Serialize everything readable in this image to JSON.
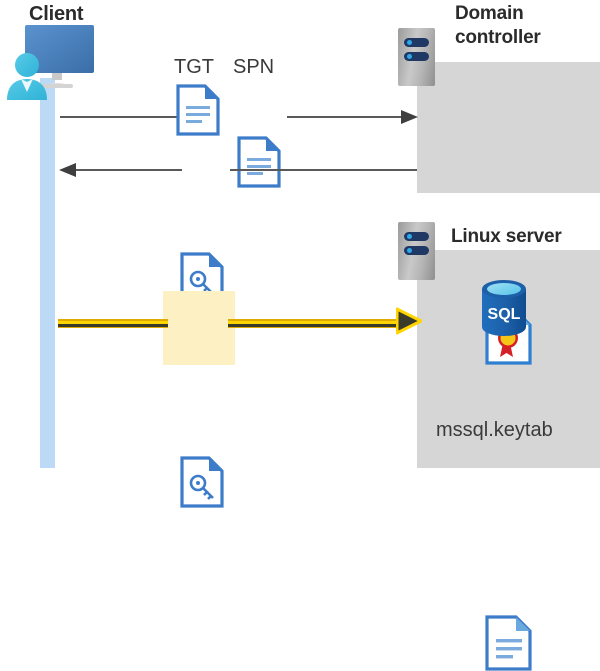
{
  "diagram": {
    "title": "Kerberos authentication flow between client, domain controller and Linux server",
    "background": "#ffffff"
  },
  "client": {
    "title": "Client",
    "icons": {
      "workstation": "monitor-icon",
      "user": "user-icon",
      "lifeline": "client-lifeline"
    },
    "colors": {
      "lifeline": "#bcd9f5",
      "monitor": "#4a84c4",
      "person": "#3fc0e0"
    }
  },
  "domain_controller": {
    "title": "Domain controller",
    "rack_icon": "server-rack-icon",
    "contents": [
      {
        "icon": "certificate-icon",
        "label": ""
      }
    ],
    "colors": {
      "box": "#d6d6d6",
      "seal": "#f5c518",
      "ribbon": "#d62027"
    }
  },
  "linux_server": {
    "title": "Linux server",
    "rack_icon": "server-rack-icon",
    "contents": [
      {
        "icon": "sql-database-icon",
        "label": "SQL"
      },
      {
        "icon": "document-icon",
        "label": "mssql.keytab"
      }
    ],
    "colors": {
      "box": "#d6d6d6",
      "sql": "#1f6fc4"
    }
  },
  "flows": [
    {
      "id": "request",
      "direction": "client-to-domain-controller",
      "style": "gray",
      "artifacts": [
        {
          "label": "TGT",
          "icon": "document-icon"
        },
        {
          "label": "SPN",
          "icon": "document-icon"
        }
      ]
    },
    {
      "id": "response",
      "direction": "domain-controller-to-client",
      "style": "gray",
      "artifacts": [
        {
          "label": "",
          "icon": "key-document-icon"
        }
      ]
    },
    {
      "id": "service-ticket",
      "direction": "client-to-linux-server",
      "style": "yellow-highlight",
      "highlight_color": "#fdf0c2",
      "artifacts": [
        {
          "label": "",
          "icon": "key-document-icon"
        }
      ]
    }
  ],
  "labels": {
    "tgt": "TGT",
    "spn": "SPN",
    "keytab": "mssql.keytab",
    "sql": "SQL"
  }
}
